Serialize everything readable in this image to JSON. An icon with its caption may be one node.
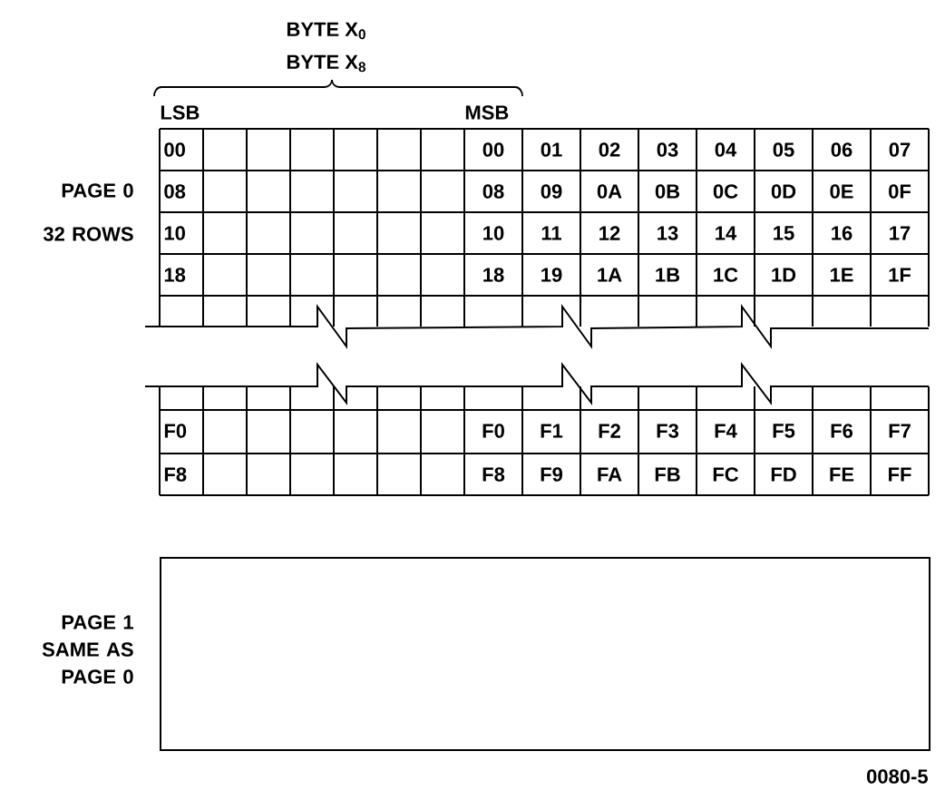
{
  "diagram": {
    "nodes": [
      {
        "text": [],
        "shape": "box",
        "beside": [
          "PAGE 1 SAME AS PAGE 0"
        ]
      }
    ],
    "labels": [
      "BYTE X$_{0}$",
      "BYTE X$_{8}$",
      "LSB",
      "MSB",
      "PAGE 0 32 ROWS",
      "00",
      "00",
      "01",
      "02",
      "03",
      "04",
      "05",
      "06",
      "07",
      "08",
      "08",
      "09",
      "0A",
      "0B",
      "0C",
      "0D",
      "0E",
      "0F",
      "10",
      "10",
      "11",
      "12",
      "13",
      "14",
      "15",
      "16",
      "17",
      "18",
      "18",
      "19",
      "1A",
      "1B",
      "1C",
      "1D",
      "1E",
      "1F",
      "F0",
      "F0",
      "F1",
      "F2",
      "F3",
      "F4",
      "F5",
      "F6",
      "F7",
      "F8",
      "F8",
      "F9",
      "FA",
      "FB",
      "FC",
      "FD",
      "FE",
      "FF",
      "0080-5"
    ]
  }
}
